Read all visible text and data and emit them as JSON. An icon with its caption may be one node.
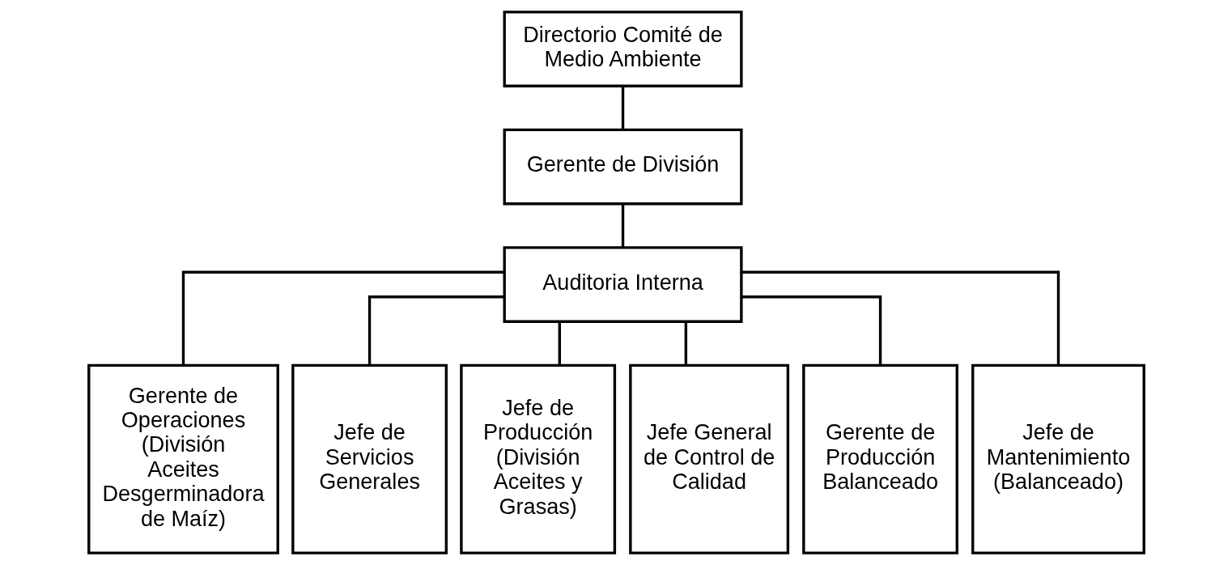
{
  "diagram": {
    "nodes": [
      {
        "text": [
          "Directorio Comité de Medio Ambiente"
        ]
      },
      {
        "text": [
          "Gerente de División"
        ]
      },
      {
        "text": [
          "Auditoria Interna"
        ]
      },
      {
        "text": [
          "Gerente de Operaciones (División Aceites Desgerminadora de Maíz)"
        ]
      },
      {
        "text": [
          "Jefe de Servicios Generales"
        ]
      },
      {
        "text": [
          "Jefe de Producción (División Aceites y Grasas)"
        ]
      },
      {
        "text": [
          "Jefe General de Control de Calidad"
        ]
      },
      {
        "text": [
          "Gerente de Producción Balanceado"
        ]
      },
      {
        "text": [
          "Jefe de Mantenimiento (Balanceado)"
        ]
      }
    ],
    "edges": [
      {
        "from": 0,
        "to": 1,
        "arrow": "none"
      },
      {
        "from": 1,
        "to": 2,
        "arrow": "none"
      },
      {
        "from": 2,
        "to": 3,
        "arrow": "none"
      },
      {
        "from": 2,
        "to": 4,
        "arrow": "none"
      },
      {
        "from": 2,
        "to": 5,
        "arrow": "none"
      },
      {
        "from": 2,
        "to": 6,
        "arrow": "none"
      },
      {
        "from": 2,
        "to": 7,
        "arrow": "none"
      },
      {
        "from": 2,
        "to": 8,
        "arrow": "none"
      }
    ]
  }
}
